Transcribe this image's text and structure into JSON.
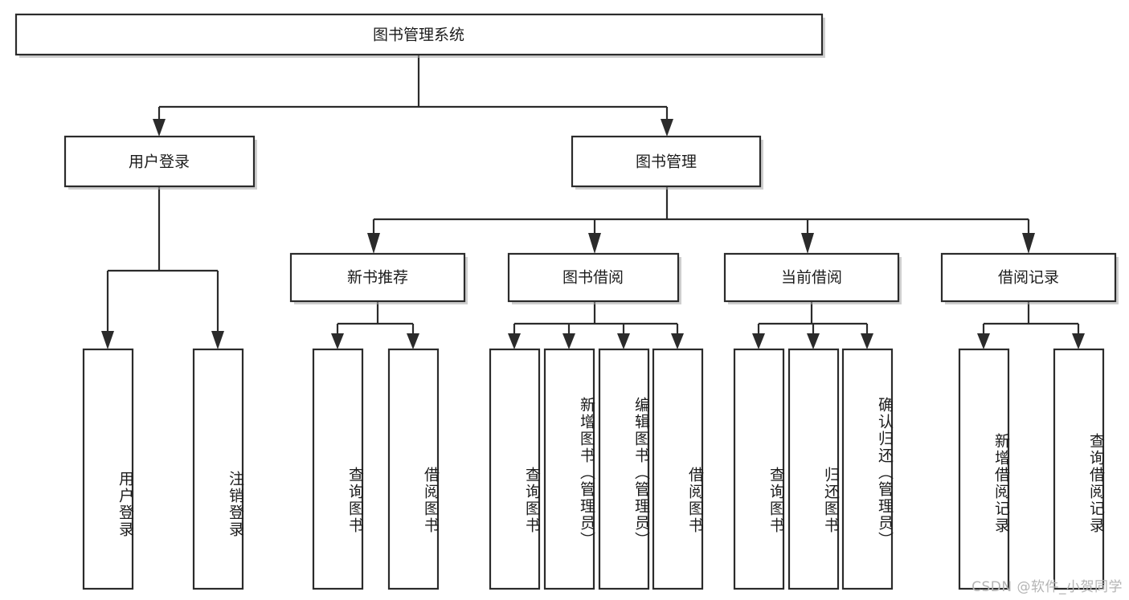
{
  "diagram": {
    "title": "图书管理系统",
    "type": "hierarchy-tree",
    "orientation": "top-down",
    "root": {
      "id": "root",
      "label": "图书管理系统",
      "text_orientation": "horizontal"
    },
    "level2": [
      {
        "id": "user-login",
        "label": "用户登录",
        "text_orientation": "horizontal"
      },
      {
        "id": "book-management",
        "label": "图书管理",
        "text_orientation": "horizontal"
      }
    ],
    "level3": [
      {
        "id": "new-book-recommend",
        "label": "新书推荐",
        "parent": "book-management",
        "text_orientation": "horizontal"
      },
      {
        "id": "book-borrow",
        "label": "图书借阅",
        "parent": "book-management",
        "text_orientation": "horizontal"
      },
      {
        "id": "current-borrow",
        "label": "当前借阅",
        "parent": "book-management",
        "text_orientation": "horizontal"
      },
      {
        "id": "borrow-record",
        "label": "借阅记录",
        "parent": "book-management",
        "text_orientation": "horizontal"
      }
    ],
    "leaves": [
      {
        "id": "leaf-user-login",
        "label": "用户登录",
        "parent": "user-login",
        "text_orientation": "vertical"
      },
      {
        "id": "leaf-logout",
        "label": "注销登录",
        "parent": "user-login",
        "text_orientation": "vertical"
      },
      {
        "id": "leaf-query-book-1",
        "label": "查询图书",
        "parent": "new-book-recommend",
        "text_orientation": "vertical"
      },
      {
        "id": "leaf-borrow-book-1",
        "label": "借阅图书",
        "parent": "new-book-recommend",
        "text_orientation": "vertical"
      },
      {
        "id": "leaf-query-book-2",
        "label": "查询图书",
        "parent": "book-borrow",
        "text_orientation": "vertical"
      },
      {
        "id": "leaf-add-book",
        "label": "新增图书（管理员）",
        "parent": "book-borrow",
        "text_orientation": "vertical"
      },
      {
        "id": "leaf-edit-book",
        "label": "编辑图书（管理员）",
        "parent": "book-borrow",
        "text_orientation": "vertical"
      },
      {
        "id": "leaf-borrow-book-2",
        "label": "借阅图书",
        "parent": "book-borrow",
        "text_orientation": "vertical"
      },
      {
        "id": "leaf-query-book-3",
        "label": "查询图书",
        "parent": "current-borrow",
        "text_orientation": "vertical"
      },
      {
        "id": "leaf-return-book",
        "label": "归还图书",
        "parent": "current-borrow",
        "text_orientation": "vertical"
      },
      {
        "id": "leaf-confirm-return",
        "label": "确认归还（管理员）",
        "parent": "current-borrow",
        "text_orientation": "vertical"
      },
      {
        "id": "leaf-add-record",
        "label": "新增借阅记录",
        "parent": "borrow-record",
        "text_orientation": "vertical"
      },
      {
        "id": "leaf-query-record",
        "label": "查询借阅记录",
        "parent": "borrow-record",
        "text_orientation": "vertical"
      }
    ],
    "watermark": "CSDN @软件_小贺同学",
    "colors": {
      "box_fill": "#ffffff",
      "box_stroke": "#2b2b2b",
      "text": "#1c1c1c",
      "connector": "#2b2b2b",
      "background": "#ffffff",
      "watermark": "#b4b4b4"
    }
  }
}
